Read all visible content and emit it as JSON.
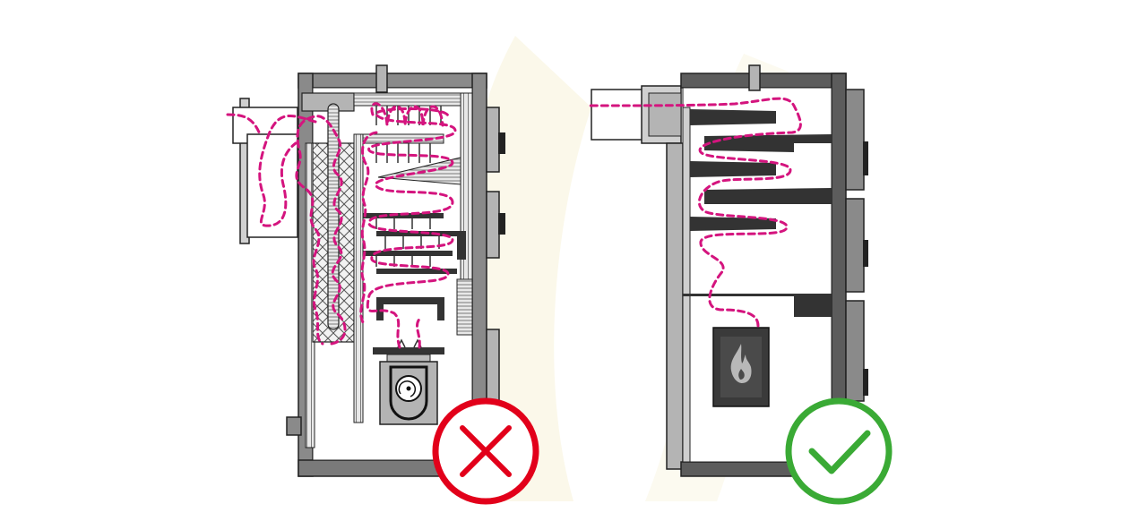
{
  "colors": {
    "background": "#ffffff",
    "watermark": "#fbf8ea",
    "casing_dark": "#5c5c5c",
    "casing_mid": "#8a8a8a",
    "casing_light": "#b4b4b4",
    "insulation": "#cfcfcf",
    "baffle": "#333333",
    "gas_path": "#d4147e",
    "wrong_mark": "#e2001a",
    "right_mark": "#3aaa35"
  },
  "diagrams": [
    {
      "id": "complex-boiler",
      "verdict": "wrong",
      "verdict_icon": "cross-icon"
    },
    {
      "id": "simple-boiler",
      "verdict": "right",
      "verdict_icon": "checkmark-icon"
    }
  ],
  "icons": [
    "burner-fan-icon",
    "flame-icon",
    "cross-icon",
    "checkmark-icon"
  ]
}
